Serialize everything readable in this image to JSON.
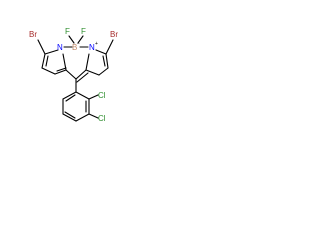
{
  "molecule": {
    "atoms": {
      "br_left": "Br",
      "br_right": "Br",
      "f1": "F",
      "f2": "F",
      "b": "B",
      "n_left": "N",
      "n_right": "N",
      "cl1": "Cl",
      "cl2": "Cl"
    },
    "charges": {
      "b": "−",
      "n_right": "+"
    },
    "colors": {
      "bromine": "#a52a2a",
      "fluorine": "#2f8f2f",
      "nitrogen": "#0000ff",
      "boron": "#c08a6a",
      "chlorine": "#2f8f2f",
      "bond": "#000000"
    }
  }
}
